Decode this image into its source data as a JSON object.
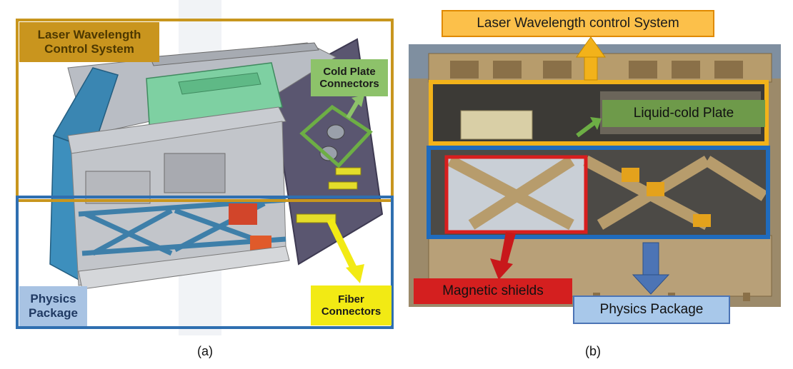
{
  "panel_a": {
    "caption": "(a)",
    "labels": {
      "laser_control_line1": "Laser Wavelength",
      "laser_control_line2": "Control System",
      "cold_plate_line1": "Cold Plate",
      "cold_plate_line2": "Connectors",
      "physics_line1": "Physics",
      "physics_line2": "Package",
      "fiber_line1": "Fiber",
      "fiber_line2": "Connectors"
    }
  },
  "panel_b": {
    "caption": "(b)",
    "labels": {
      "laser_control": "Laser Wavelength control System",
      "liquid_cold_plate": "Liquid-cold Plate",
      "magnetic_shields": "Magnetic shields",
      "physics_package": "Physics Package"
    }
  },
  "colors": {
    "gold_frame": "#c8961e",
    "blue_frame": "#2f6fb0",
    "red_frame": "#d81e1e",
    "green_label": "#8dc26a",
    "yellow_label": "#f2ea14",
    "orange_label": "#fcc04a",
    "red_label": "#d41f1f",
    "blue_label": "#a8c8ea"
  }
}
